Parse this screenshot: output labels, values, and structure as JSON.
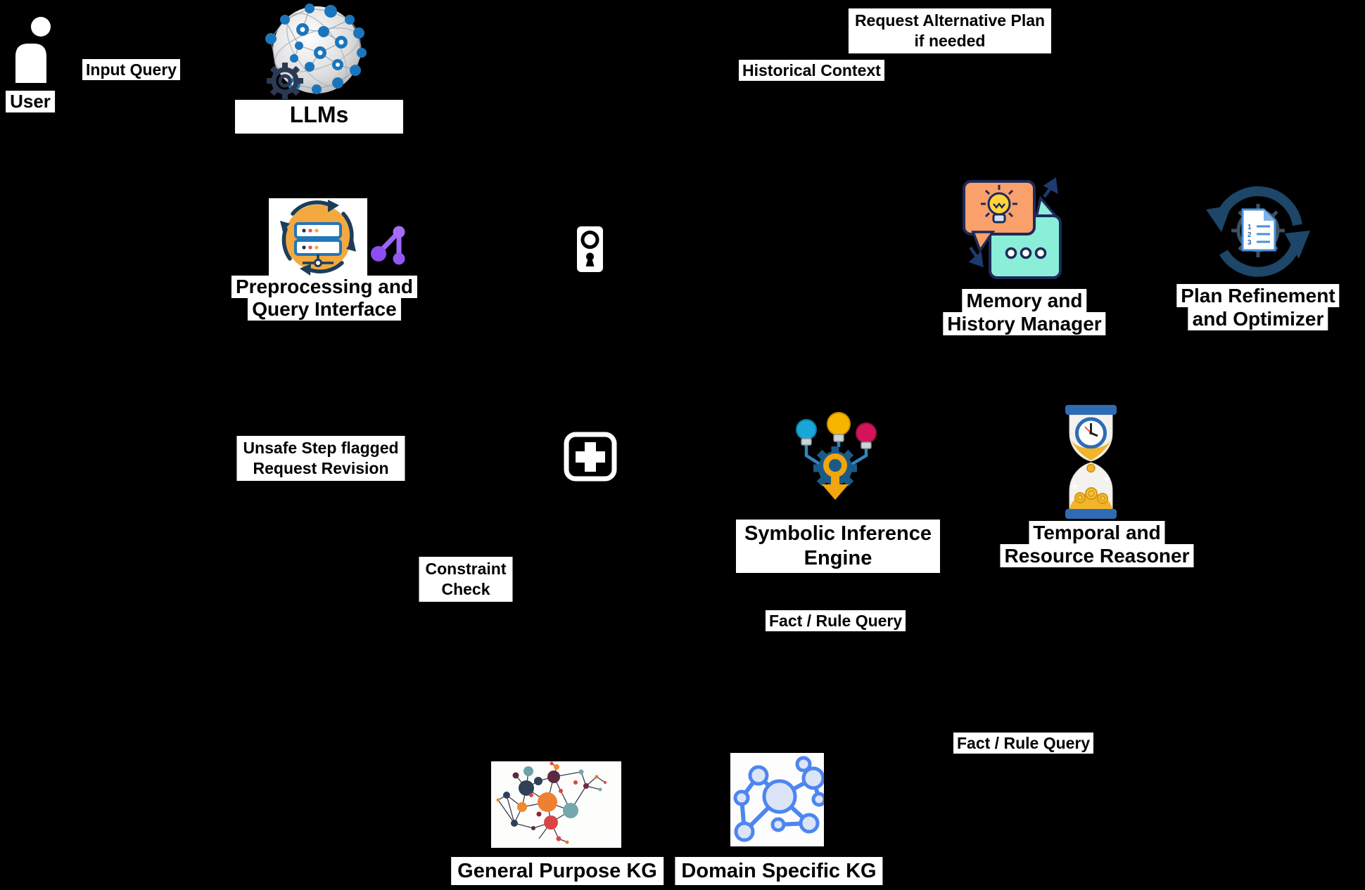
{
  "colors": {
    "background": "#000000",
    "label_bg": "#ffffff",
    "label_text": "#000000",
    "node_blue": "#1b75bc",
    "navy_outline": "#1e2f54",
    "orange_circle": "#f3a940",
    "git_purple": "#9457f3",
    "orange_bubble": "#f9a06b",
    "teal_bubble": "#8beed8",
    "bulb_yellow": "#f7b500",
    "bulb_cyan": "#18a7d8",
    "bulb_crimson": "#d4145a",
    "gear_steel_blue": "#1b5a86",
    "gold": "#f2a50c",
    "plan_navy": "#1d4668",
    "hourglass_blue": "#2f6cb3",
    "sand_gold": "#f3b32a",
    "kg_blue": "#4d86f0"
  },
  "nodes": {
    "user": {
      "label": "User"
    },
    "llms": {
      "label": "LLMs"
    },
    "preprocessing": {
      "line1": "Preprocessing and",
      "line2": "Query Interface"
    },
    "memory": {
      "line1": "Memory and",
      "line2": "History Manager"
    },
    "plan_refinement": {
      "line1": "Plan Refinement",
      "line2": "and Optimizer"
    },
    "symbolic_engine": {
      "line1": "Symbolic Inference",
      "line2": "Engine"
    },
    "temporal_reasoner": {
      "line1": "Temporal and",
      "line2": "Resource Reasoner"
    },
    "general_kg": {
      "label": "General Purpose KG"
    },
    "domain_kg": {
      "label": "Domain Specific KG"
    }
  },
  "edge_labels": {
    "input_query": "Input Query",
    "request_alternative": {
      "line1": "Request Alternative Plan",
      "line2": "if needed"
    },
    "historical_context": "Historical Context",
    "unsafe_step": {
      "line1": "Unsafe Step flagged",
      "line2": "Request Revision"
    },
    "constraint_check": {
      "line1": "Constraint",
      "line2": "Check"
    },
    "fact_rule_query_left": "Fact / Rule Query",
    "fact_rule_query_right": "Fact / Rule Query"
  },
  "icons": {
    "user": "person-silhouette-icon",
    "llms": "ai-network-sphere-gear-icon",
    "preprocessing": "server-sync-circle-icon",
    "git_branch": "git-branch-icon",
    "keyhole": "keyhole-lock-icon",
    "memory": "chat-bubbles-idea-icon",
    "plan_refinement": "document-gear-refresh-icon",
    "first_aid": "first-aid-cross-icon",
    "symbolic": "decision-gear-bulbs-icon",
    "temporal": "hourglass-clock-coins-icon",
    "general_kg": "multicolor-network-graph-icon",
    "domain_kg": "blue-network-graph-icon",
    "plan_doc_numbers": [
      "1",
      "2",
      "3"
    ]
  }
}
